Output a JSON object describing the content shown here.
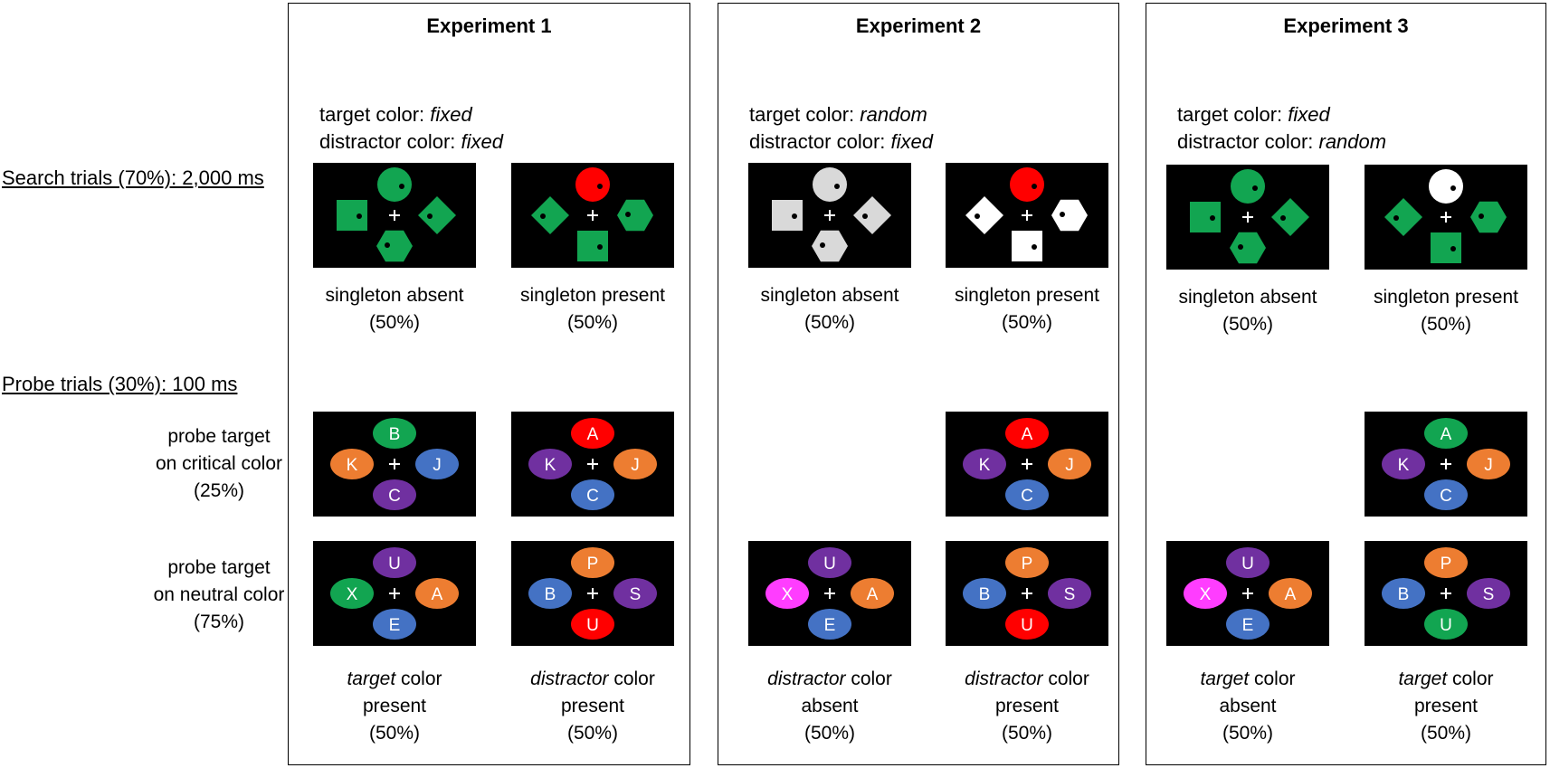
{
  "rows": {
    "search": "Search trials (70%): 2,000 ms",
    "probe": "Probe trials (30%): 100 ms",
    "probe_critical": [
      "probe target",
      "on critical color",
      "(25%)"
    ],
    "probe_neutral": [
      "probe target",
      "on neutral color",
      "(75%)"
    ]
  },
  "colors": {
    "green": "#12a551",
    "red": "#ff0000",
    "light_gray": "#d9d9d9",
    "white": "#ffffff",
    "orange": "#ed7d31",
    "blue": "#4472c4",
    "purple": "#7030a0",
    "magenta": "#ff3dff",
    "background": "#000000"
  },
  "experiments": [
    {
      "title": "Experiment 1",
      "condition": {
        "target_label": "target color: ",
        "target_value": "fixed",
        "distractor_label": "distractor color: ",
        "distractor_value": "fixed"
      },
      "search_panels": [
        {
          "shapes": [
            "circle",
            "square",
            "diamond",
            "hexagon"
          ],
          "fills": [
            "green",
            "green",
            "green",
            "green"
          ],
          "caption_line1": "singleton absent",
          "caption_line2": "(50%)"
        },
        {
          "shapes": [
            "circle",
            "diamond",
            "hexagon",
            "square"
          ],
          "fills": [
            "red",
            "green",
            "green",
            "green"
          ],
          "caption_line1": "singleton present",
          "caption_line2": "(50%)"
        }
      ],
      "critical_panels": [
        {
          "letters": [
            "B",
            "K",
            "J",
            "C"
          ],
          "fills": [
            "green",
            "orange",
            "blue",
            "purple"
          ]
        },
        {
          "letters": [
            "A",
            "K",
            "J",
            "C"
          ],
          "fills": [
            "red",
            "purple",
            "orange",
            "blue"
          ]
        }
      ],
      "neutral_panels": [
        {
          "letters": [
            "U",
            "X",
            "A",
            "E"
          ],
          "fills": [
            "purple",
            "green",
            "orange",
            "blue"
          ],
          "caption_em": "target",
          "caption_rest": " color",
          "caption_line2": "present",
          "caption_line3": "(50%)"
        },
        {
          "letters": [
            "P",
            "B",
            "S",
            "U"
          ],
          "fills": [
            "orange",
            "blue",
            "purple",
            "red"
          ],
          "caption_em": "distractor",
          "caption_rest": " color",
          "caption_line2": "present",
          "caption_line3": "(50%)"
        }
      ]
    },
    {
      "title": "Experiment 2",
      "condition": {
        "target_label": "target color: ",
        "target_value": "random",
        "distractor_label": "distractor color: ",
        "distractor_value": "fixed"
      },
      "search_panels": [
        {
          "shapes": [
            "circle",
            "square",
            "diamond",
            "hexagon"
          ],
          "fills": [
            "light_gray",
            "light_gray",
            "light_gray",
            "light_gray"
          ],
          "caption_line1": "singleton absent",
          "caption_line2": "(50%)"
        },
        {
          "shapes": [
            "circle",
            "diamond",
            "hexagon",
            "square"
          ],
          "fills": [
            "red",
            "white",
            "white",
            "white"
          ],
          "caption_line1": "singleton present",
          "caption_line2": "(50%)"
        }
      ],
      "critical_panels": [
        null,
        {
          "letters": [
            "A",
            "K",
            "J",
            "C"
          ],
          "fills": [
            "red",
            "purple",
            "orange",
            "blue"
          ]
        }
      ],
      "neutral_panels": [
        {
          "letters": [
            "U",
            "X",
            "A",
            "E"
          ],
          "fills": [
            "purple",
            "magenta",
            "orange",
            "blue"
          ],
          "caption_em": "distractor",
          "caption_rest": " color",
          "caption_line2": "absent",
          "caption_line3": "(50%)"
        },
        {
          "letters": [
            "P",
            "B",
            "S",
            "U"
          ],
          "fills": [
            "orange",
            "blue",
            "purple",
            "red"
          ],
          "caption_em": "distractor",
          "caption_rest": " color",
          "caption_line2": "present",
          "caption_line3": "(50%)"
        }
      ]
    },
    {
      "title": "Experiment 3",
      "condition": {
        "target_label": "target color: ",
        "target_value": "fixed",
        "distractor_label": "distractor color: ",
        "distractor_value": "random"
      },
      "search_panels": [
        {
          "shapes": [
            "circle",
            "square",
            "diamond",
            "hexagon"
          ],
          "fills": [
            "green",
            "green",
            "green",
            "green"
          ],
          "caption_line1": "singleton absent",
          "caption_line2": "(50%)"
        },
        {
          "shapes": [
            "circle",
            "diamond",
            "hexagon",
            "square"
          ],
          "fills": [
            "white",
            "green",
            "green",
            "green"
          ],
          "caption_line1": "singleton present",
          "caption_line2": "(50%)"
        }
      ],
      "critical_panels": [
        null,
        {
          "letters": [
            "A",
            "K",
            "J",
            "C"
          ],
          "fills": [
            "green",
            "purple",
            "orange",
            "blue"
          ]
        }
      ],
      "neutral_panels": [
        {
          "letters": [
            "U",
            "X",
            "A",
            "E"
          ],
          "fills": [
            "purple",
            "magenta",
            "orange",
            "blue"
          ],
          "caption_em": "target",
          "caption_rest": " color",
          "caption_line2": "absent",
          "caption_line3": "(50%)"
        },
        {
          "letters": [
            "P",
            "B",
            "S",
            "U"
          ],
          "fills": [
            "orange",
            "blue",
            "purple",
            "green"
          ],
          "caption_em": "target",
          "caption_rest": " color",
          "caption_line2": "present",
          "caption_line3": "(50%)"
        }
      ]
    }
  ]
}
